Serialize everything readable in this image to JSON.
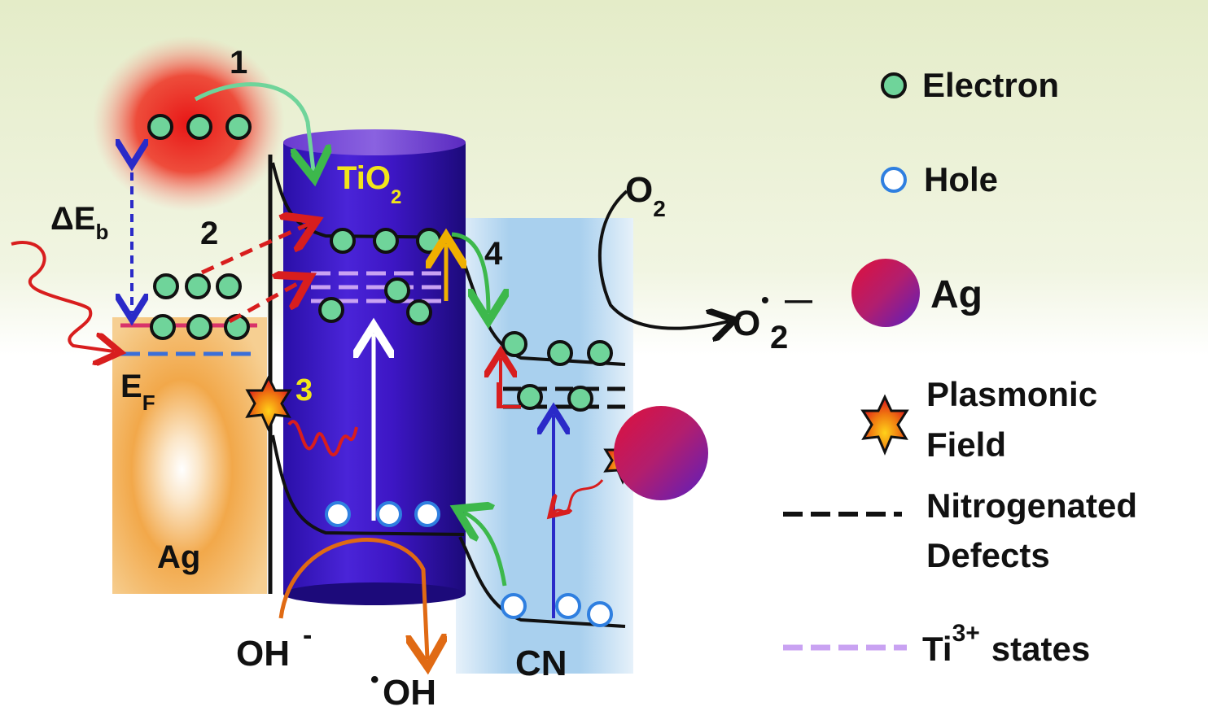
{
  "labels": {
    "step1": "1",
    "step2": "2",
    "step3": "3",
    "step4": "4",
    "delta_e": "ΔE",
    "delta_e_sub": "b",
    "fermi": "E",
    "fermi_sub": "F",
    "ag_block": "Ag",
    "tio2": "TiO",
    "tio2_sub": "2",
    "cn": "CN",
    "o2": "O",
    "o2_sub": "2",
    "superoxide": "O",
    "superoxide_sub": "2",
    "superoxide_dot": "•",
    "superoxide_sup": "—",
    "hydroxide": "OH",
    "hydroxide_sup": "-",
    "hydroxyl_dot": "•",
    "hydroxyl": "OH"
  },
  "legend": {
    "electron": "Electron",
    "hole": "Hole",
    "ag": "Ag",
    "plasmonic_line1": "Plasmonic",
    "plasmonic_line2": "Field",
    "defects_line1": "Nitrogenated",
    "defects_line2": "Defects",
    "ti3_prefix": "Ti",
    "ti3_sup": "3+",
    "ti3_suffix": "states"
  },
  "colors": {
    "electron_fill": "#6fd49a",
    "hole_stroke": "#2f7fe0",
    "tio2_body": "#3a12c8",
    "cn_band": "#9cc9ec",
    "ag_block": "#f2a23a",
    "plasmon_red": "#e8221d",
    "green_arrow": "#3db84c",
    "red_arrow": "#d81e1e",
    "blue_arrow": "#2a2ac8",
    "orange_arrow": "#e06a14",
    "yellow_arrow": "#f0b000",
    "ti3_dash": "#b78be8",
    "defect_dash": "#111111",
    "fermi_dash": "#3b6fd8",
    "ag_level": "#d8336a",
    "tio2_label": "#f2e51a"
  },
  "icons": [
    "electron-icon",
    "hole-icon",
    "ag-particle-icon",
    "plasmonic-star-icon",
    "defect-dash-icon",
    "ti3-dash-icon"
  ]
}
